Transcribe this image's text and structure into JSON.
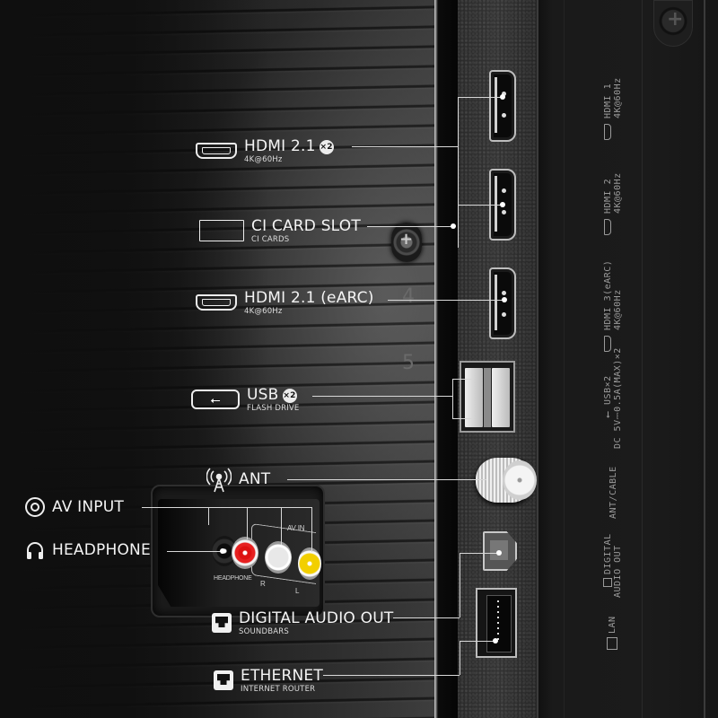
{
  "colors": {
    "background": "#0e0e0e",
    "label_text": "#f4f4f4",
    "leader_line": "#d8d8d8",
    "badge_bg": "#ececec",
    "rca_red": "#e62020",
    "rca_white": "#f0f0f0",
    "rca_yellow": "#f2cf00"
  },
  "callouts": [
    {
      "id": "hdmi-2-1",
      "icon": "hdmi-icon",
      "title": "HDMI 2.1",
      "badge": "×2",
      "subtitle": "4K@60Hz"
    },
    {
      "id": "ci-card-slot",
      "icon": "card-slot-icon",
      "title": "CI CARD SLOT",
      "badge": null,
      "subtitle": "CI CARDS"
    },
    {
      "id": "hdmi-earc",
      "icon": "hdmi-icon",
      "title": "HDMI 2.1 (eARC)",
      "badge": null,
      "subtitle": "4K@60Hz"
    },
    {
      "id": "usb",
      "icon": "usb-icon",
      "title": "USB",
      "badge": "×2",
      "subtitle": "FLASH DRIVE"
    },
    {
      "id": "ant",
      "icon": "antenna-icon",
      "title": "ANT",
      "badge": null,
      "subtitle": null
    },
    {
      "id": "av-input",
      "icon": "av-input-icon",
      "title": "AV INPUT",
      "badge": null,
      "subtitle": null
    },
    {
      "id": "headphone",
      "icon": "headphone-icon",
      "title": "HEADPHONE",
      "badge": null,
      "subtitle": null
    },
    {
      "id": "digital-audio-out",
      "icon": "ethernet-style-icon",
      "title": "DIGITAL AUDIO OUT",
      "badge": null,
      "subtitle": "SOUNDBARS"
    },
    {
      "id": "ethernet",
      "icon": "ethernet-icon",
      "title": "ETHERNET",
      "badge": null,
      "subtitle": "INTERNET ROUTER"
    }
  ],
  "av_panel": {
    "headphone_label": "HEADPHONE",
    "group_label": "AV IN",
    "right_label": "R",
    "left_label": "L"
  },
  "etched_marks": [
    "4",
    "5"
  ],
  "printed_labels": {
    "hdmi1": {
      "line1": "HDMI 1",
      "line2": "4K@60Hz"
    },
    "hdmi2": {
      "line1": "HDMI 2",
      "line2": "4K@60Hz"
    },
    "hdmi3": {
      "line1": "HDMI 3(eARC)",
      "line2": "4K@60Hz"
    },
    "usb": {
      "line1": "USB×2",
      "line2": "DC 5V⎓0.5A(MAX)×2"
    },
    "ant": {
      "line1": "ANT/CABLE"
    },
    "optical": {
      "line1": "DIGITAL",
      "line2": "AUDIO OUT"
    },
    "lan": {
      "line1": "LAN"
    }
  }
}
